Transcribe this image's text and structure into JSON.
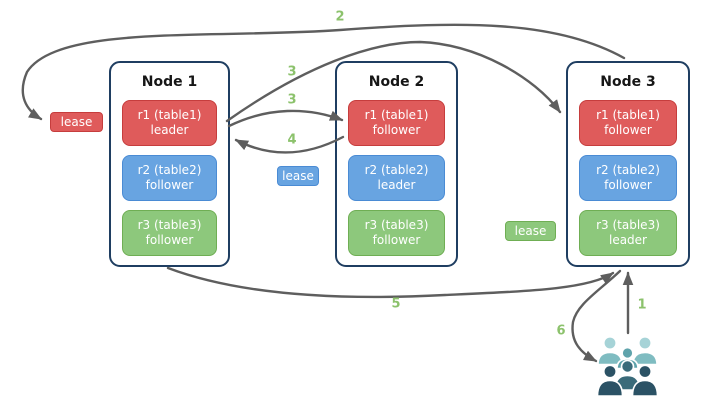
{
  "colors": {
    "replica_red": "#df5b5b",
    "replica_red_border": "#c63d3d",
    "replica_blue": "#68a4e1",
    "replica_blue_border": "#4a8bd4",
    "replica_green": "#8dc87c",
    "replica_green_border": "#6fae54",
    "node_border": "#1f3e61",
    "arrow": "#5e5e5e",
    "step_label": "#8cc26c",
    "users_light": "#a6d3d7",
    "users_light_mid": "#7fbcc1",
    "users_medium": "#5fa3ab",
    "users_slate": "#3a6b7a",
    "users_dark": "#2b5265"
  },
  "nodes": [
    {
      "title": "Node 1",
      "replicas": [
        {
          "name": "r1 (table1)",
          "role": "leader"
        },
        {
          "name": "r2 (table2)",
          "role": "follower"
        },
        {
          "name": "r3 (table3)",
          "role": "follower"
        }
      ]
    },
    {
      "title": "Node 2",
      "replicas": [
        {
          "name": "r1 (table1)",
          "role": "follower"
        },
        {
          "name": "r2 (table2)",
          "role": "leader"
        },
        {
          "name": "r3 (table3)",
          "role": "follower"
        }
      ]
    },
    {
      "title": "Node 3",
      "replicas": [
        {
          "name": "r1 (table1)",
          "role": "follower"
        },
        {
          "name": "r2 (table2)",
          "role": "follower"
        },
        {
          "name": "r3 (table3)",
          "role": "leader"
        }
      ]
    }
  ],
  "leases": [
    {
      "label": "lease"
    },
    {
      "label": "lease"
    },
    {
      "label": "lease"
    }
  ],
  "steps": {
    "s1": "1",
    "s2": "2",
    "s3a": "3",
    "s3b": "3",
    "s4": "4",
    "s5": "5",
    "s6": "6"
  }
}
